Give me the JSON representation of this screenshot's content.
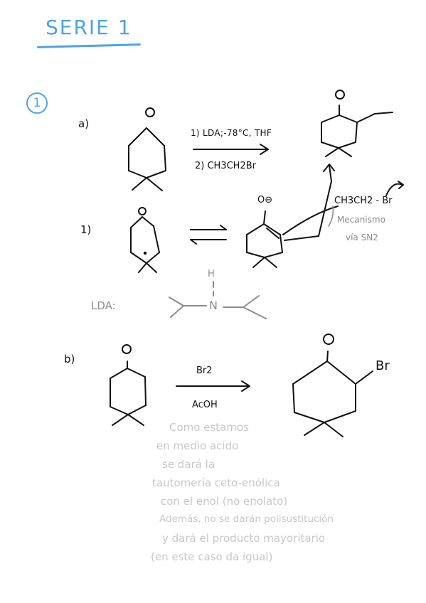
{
  "header": {
    "title": "SERIE 1"
  },
  "problem": {
    "number": "1"
  },
  "part_a": {
    "label": "a)",
    "conditions": [
      "1) LDA;-78°C, THF",
      "2) CH3CH2Br"
    ]
  },
  "mechanism": {
    "label": "1)",
    "anion_label": "O⊖",
    "electrophile": "CH3CH2 - Br",
    "note": [
      "Mecanismo",
      "vía SN2"
    ]
  },
  "lda": {
    "label": "LDA:",
    "h": "H",
    "n": "N"
  },
  "part_b": {
    "label": "b)",
    "reagents": [
      "Br2",
      "AcOH"
    ],
    "product_substituent": "Br"
  },
  "notes": [
    "Como estamos",
    "en medio acido",
    "se dará la",
    "tautomería ceto-enólica",
    "con el enol (no enolato)",
    "Además, no se darán polisustitución",
    "y dará el producto mayoritario",
    "(en este caso da igual)"
  ],
  "colors": {
    "accent": "#4da3e6",
    "ink": "#111111",
    "pencil": "#8c8c8c",
    "faint": "#c8c8c8"
  }
}
